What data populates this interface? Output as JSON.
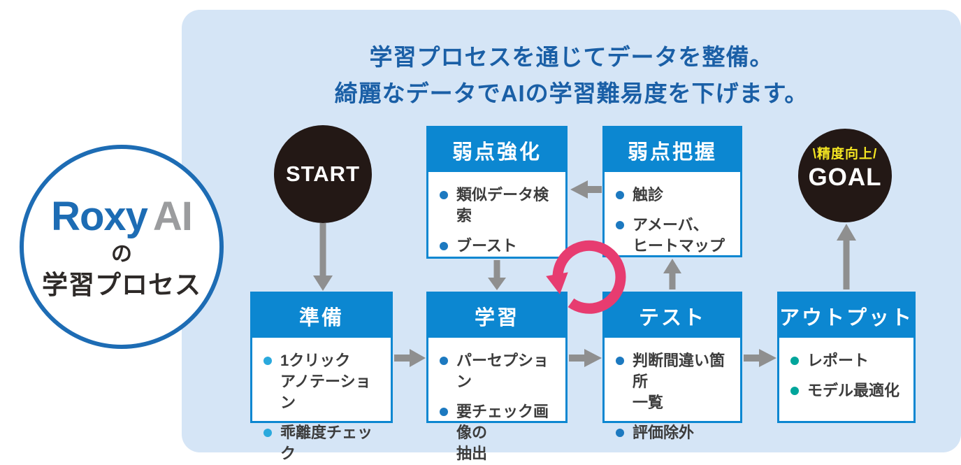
{
  "badge": {
    "logo_roxy": "Roxy",
    "logo_ai": "AI",
    "particle": "の",
    "label": "学習プロセス"
  },
  "title": {
    "line1": "学習プロセスを通じてデータを整備。",
    "line2": "綺麗なデータでAIの学習難易度を下げます。"
  },
  "start": {
    "label": "START"
  },
  "goal": {
    "top_label": "\\精度向上/",
    "label": "GOAL"
  },
  "boxes": {
    "strengthen": {
      "title": "弱点強化",
      "items": [
        "類似データ検索",
        "ブースト"
      ],
      "bullet_color": "#1c79c0"
    },
    "grasp": {
      "title": "弱点把握",
      "items": [
        "触診",
        "アメーバ、\nヒートマップ"
      ],
      "bullet_color": "#1c79c0"
    },
    "prep": {
      "title": "準備",
      "items": [
        "1クリック\nアノテーション",
        "乖離度チェック"
      ],
      "bullet_color": "#2aa9dd"
    },
    "learn": {
      "title": "学習",
      "items": [
        "パーセプション",
        "要チェック画像の\n抽出"
      ],
      "bullet_color": "#1c79c0"
    },
    "test": {
      "title": "テスト",
      "items": [
        "判断間違い箇所\n一覧",
        "評価除外"
      ],
      "bullet_color": "#1c79c0"
    },
    "output": {
      "title": "アウトプット",
      "items": [
        "レポート",
        "モデル最適化"
      ],
      "bullet_color": "#00a59b"
    }
  },
  "colors": {
    "accent": "#0c87d1",
    "panel_bg": "#d5e5f6",
    "title_color": "#1a5fa6",
    "pink": "#e73c70",
    "arrow_gray": "#8f8f8f",
    "circle_black": "#231815",
    "goal_yellow": "#f5e622",
    "logo_blue": "#1d6cb4",
    "logo_gray": "#9b9c9e",
    "text_dark": "#3c3c3c"
  }
}
